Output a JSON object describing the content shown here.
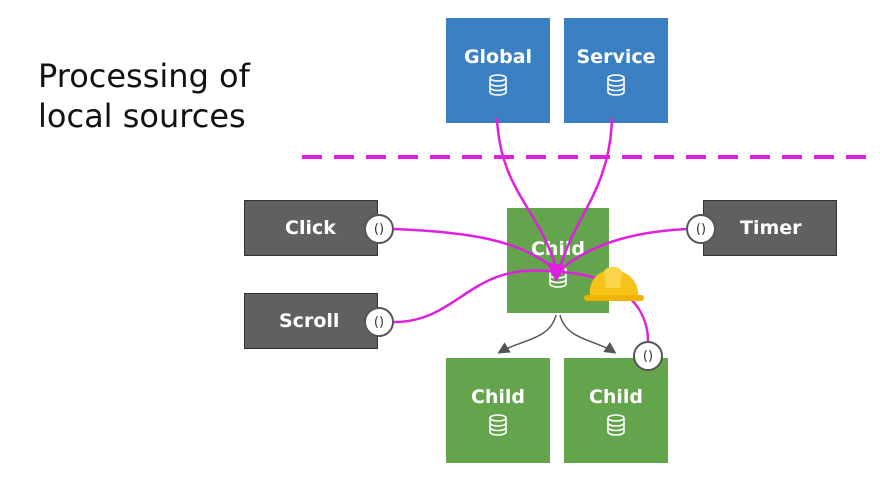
{
  "title": {
    "line1": "Processing of",
    "line2": "local sources"
  },
  "stores": {
    "global": "Global",
    "service": "Service"
  },
  "children": {
    "center": "Child",
    "left": "Child",
    "right": "Child"
  },
  "sources": {
    "click": "Click",
    "scroll": "Scroll",
    "timer": "Timer"
  },
  "function_symbol": "()",
  "colors": {
    "store_blue": "#3c80c4",
    "child_green": "#64a44c",
    "source_gray": "#606060",
    "connection_magenta": "#e020e0",
    "helmet_yellow": "#f7c21a"
  },
  "icons": {
    "database": "database-icon",
    "helmet": "hard-hat-icon"
  }
}
